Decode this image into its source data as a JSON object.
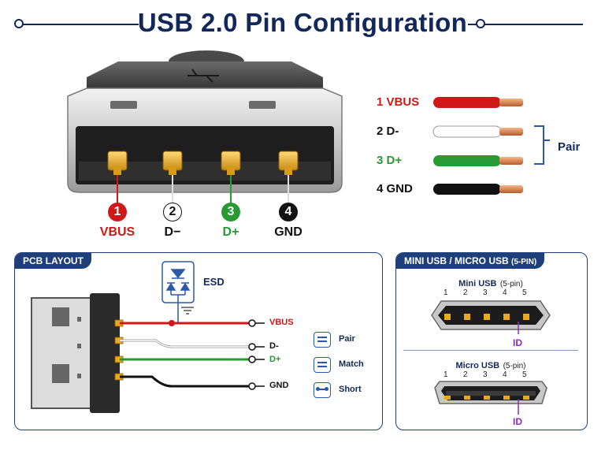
{
  "title": "USB 2.0 Pin Configuration",
  "colors": {
    "navy": "#13285a",
    "red": "#d01818",
    "green": "#279a34",
    "black": "#111111",
    "gold": "#e8a820",
    "purple": "#8a2cc0"
  },
  "connector": {
    "pins": [
      {
        "num": "1",
        "name": "VBUS",
        "color": "#d01818"
      },
      {
        "num": "2",
        "name": "D−",
        "color": "#ffffff"
      },
      {
        "num": "3",
        "name": "D+",
        "color": "#279a34"
      },
      {
        "num": "4",
        "name": "GND",
        "color": "#111111"
      }
    ]
  },
  "wires": [
    {
      "label": "1 VBUS",
      "color": "#d01818"
    },
    {
      "label": "2 D-",
      "color": "#111111"
    },
    {
      "label": "3 D+",
      "color": "#279a34"
    },
    {
      "label": "4 GND",
      "color": "#111111"
    }
  ],
  "pair_label": "Pair",
  "pcb": {
    "header": "PCB LAYOUT",
    "esd_label": "ESD",
    "signals": [
      "VBUS",
      "D-",
      "D+",
      "GND"
    ],
    "legend": [
      {
        "icon": "equals-icon",
        "label": "Pair"
      },
      {
        "icon": "equals-icon",
        "label": "Match"
      },
      {
        "icon": "short-icon",
        "label": "Short"
      }
    ]
  },
  "mini": {
    "header": "MINI USB / MICRO USB",
    "header_suffix": "(5-PIN)",
    "mini_title": "Mini USB",
    "mini_suffix": "(5-pin)",
    "micro_title": "Micro USB",
    "micro_suffix": "(5-pin)",
    "pin_numbers": [
      "1",
      "2",
      "3",
      "4",
      "5"
    ],
    "id_label": "ID"
  }
}
